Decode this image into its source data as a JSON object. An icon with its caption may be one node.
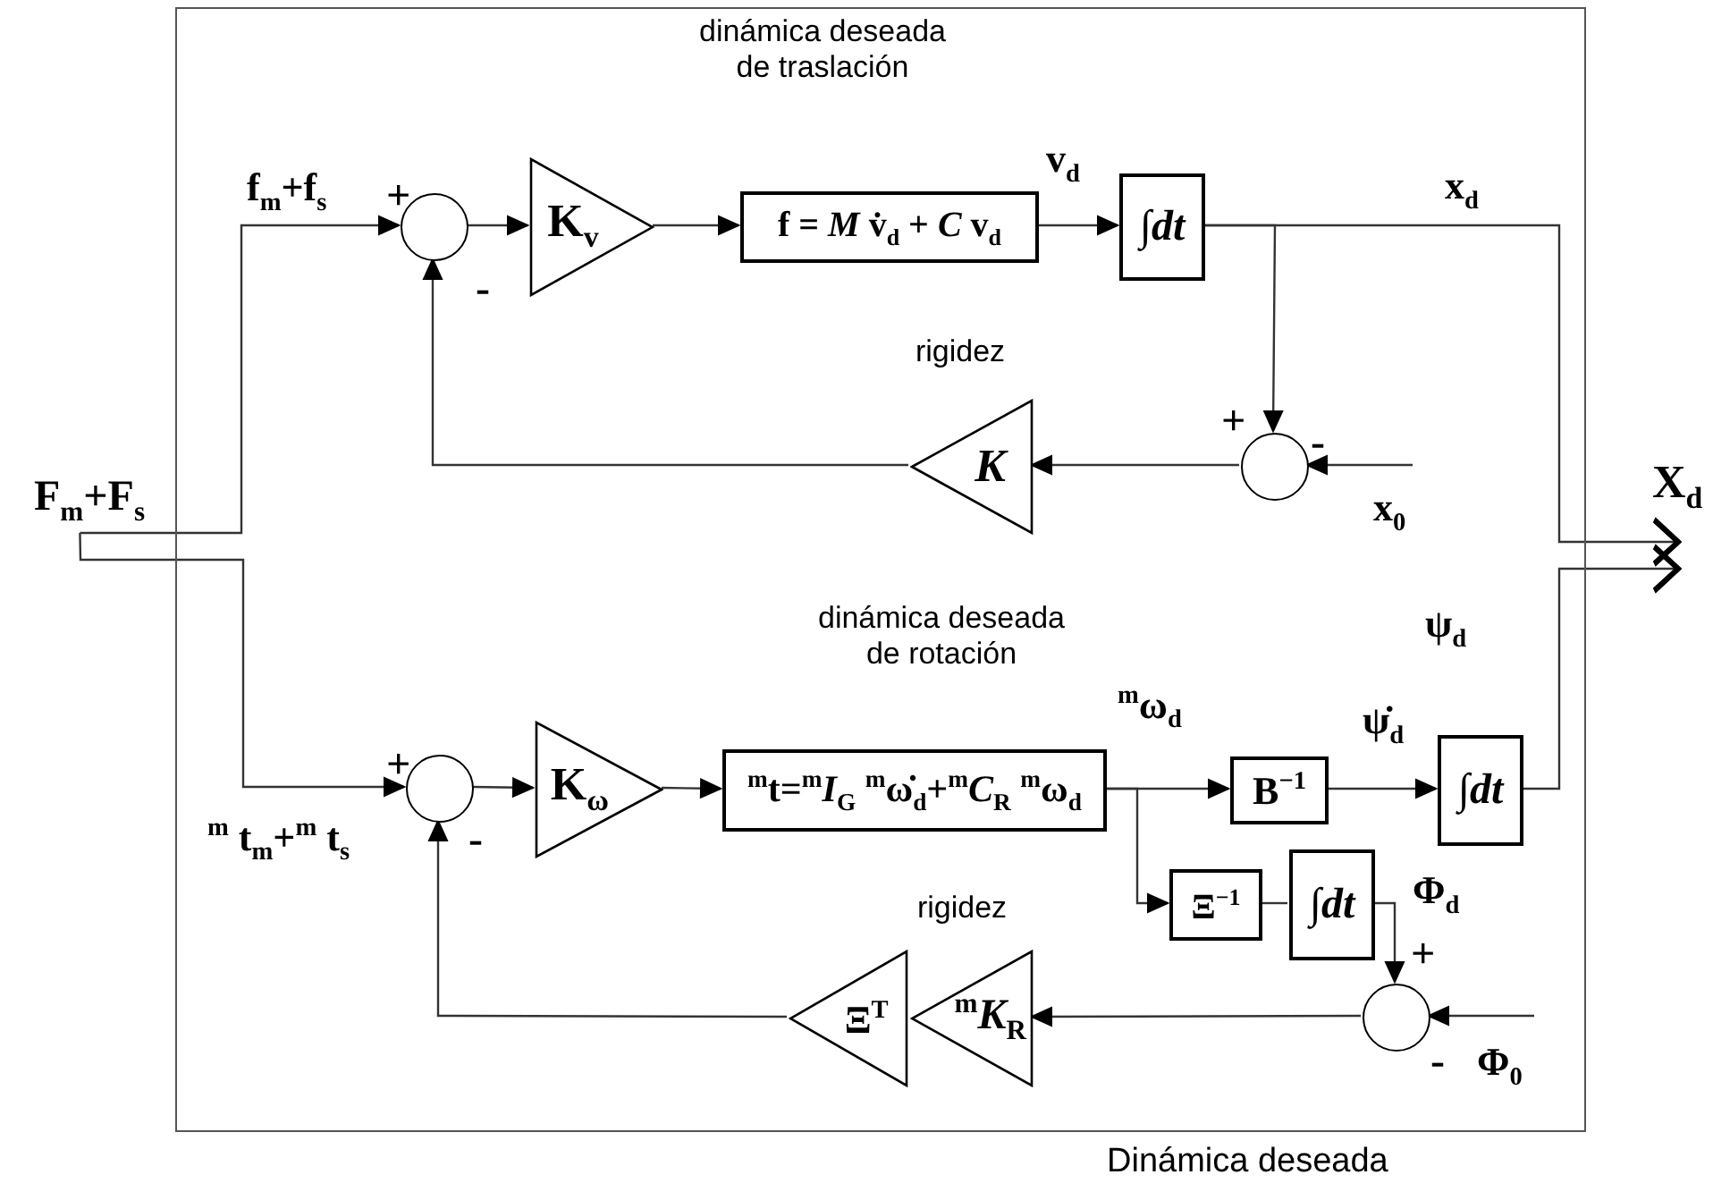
{
  "diagram": {
    "nodes": [
      {
        "text": [
          "Dinámica deseada"
        ]
      },
      {
        "text": [],
        "shape": "circle",
        "in": 0
      },
      {
        "text": [
          "K$_{v}$"
        ],
        "in": 0
      },
      {
        "text": [
          "f = *M* v̇$_{d}$ + *C* v$_{d}$"
        ],
        "in": 0
      },
      {
        "text": [
          "∫*dt*"
        ],
        "in": 0
      },
      {
        "text": [],
        "shape": "circle",
        "in": 0
      },
      {
        "text": [
          "*K*"
        ],
        "in": 0
      },
      {
        "text": [],
        "shape": "circle",
        "in": 0
      },
      {
        "text": [
          "K$_{ω}$"
        ],
        "in": 0
      },
      {
        "text": [
          "$^{m}$t=$^{m}$*I*$_{G}$ $^{m}$ω̇$_{d}$+$^{m}$*C*$_{R}$ $^{m}$ω$_{d}$"
        ],
        "in": 0
      },
      {
        "text": [
          "B$^{−1}$"
        ],
        "in": 0
      },
      {
        "text": [
          "∫*dt*"
        ],
        "in": 0
      },
      {
        "text": [
          "Ξ$^{−1}$"
        ],
        "in": 0
      },
      {
        "text": [
          "∫*dt*"
        ],
        "in": 0
      },
      {
        "text": [],
        "shape": "circle",
        "in": 0
      },
      {
        "text": [
          "$^{m}$*K*$_{R}$"
        ],
        "in": 0
      },
      {
        "text": [
          "Ξ$^{T}$"
        ],
        "in": 0
      },
      {
        "text": [
          "F$_{m}$+F$_{s}$"
        ]
      }
    ],
    "edges": [
      {
        "from": 17,
        "to": 1,
        "arrow": "to",
        "label": "f$_{m}$+f$_{s}$"
      },
      {
        "from": 17,
        "to": 7,
        "arrow": "to",
        "label": "$^{m}$ t$_{m}$+$^{m}$ t$_{s}$"
      },
      {
        "from": 1,
        "to": 2,
        "arrow": "to"
      },
      {
        "from": 2,
        "to": 3,
        "arrow": "to"
      },
      {
        "from": 3,
        "to": 4,
        "arrow": "to",
        "label": "v$_{d}$"
      },
      {
        "from": 4,
        "to": null,
        "arrow": "to",
        "label": "x$_{d}$"
      },
      {
        "from": 4,
        "to": 5,
        "arrow": "to"
      },
      {
        "from": null,
        "to": 5,
        "arrow": "to",
        "label": "x$_{0}$"
      },
      {
        "from": 5,
        "to": 6,
        "arrow": "to"
      },
      {
        "from": 6,
        "to": 1,
        "arrow": "to"
      },
      {
        "from": 7,
        "to": 8,
        "arrow": "to"
      },
      {
        "from": 8,
        "to": 9,
        "arrow": "to"
      },
      {
        "from": 9,
        "to": 10,
        "arrow": "to",
        "label": "$^{m}$ω$_{d}$"
      },
      {
        "from": 10,
        "to": 11,
        "arrow": "to",
        "label": "ψ̇$_{d}$"
      },
      {
        "from": 11,
        "to": null,
        "arrow": "to",
        "label": "ψ$_{d}$"
      },
      {
        "from": 9,
        "to": 12,
        "arrow": "to"
      },
      {
        "from": 12,
        "to": 13,
        "arrow": "none"
      },
      {
        "from": 13,
        "to": 14,
        "arrow": "to",
        "label": "Φ$_{d}$"
      },
      {
        "from": null,
        "to": 14,
        "arrow": "to",
        "label": "Φ$_{0}$"
      },
      {
        "from": 14,
        "to": 15,
        "arrow": "to"
      },
      {
        "from": 16,
        "to": 7,
        "arrow": "to"
      }
    ],
    "labels": [
      "dinámica deseada de traslación",
      "+",
      "-",
      "rigidez",
      "+",
      "-",
      "X$_{d}$",
      "dinámica deseada de rotación",
      "+",
      "-",
      "rigidez",
      "+",
      "-"
    ]
  }
}
